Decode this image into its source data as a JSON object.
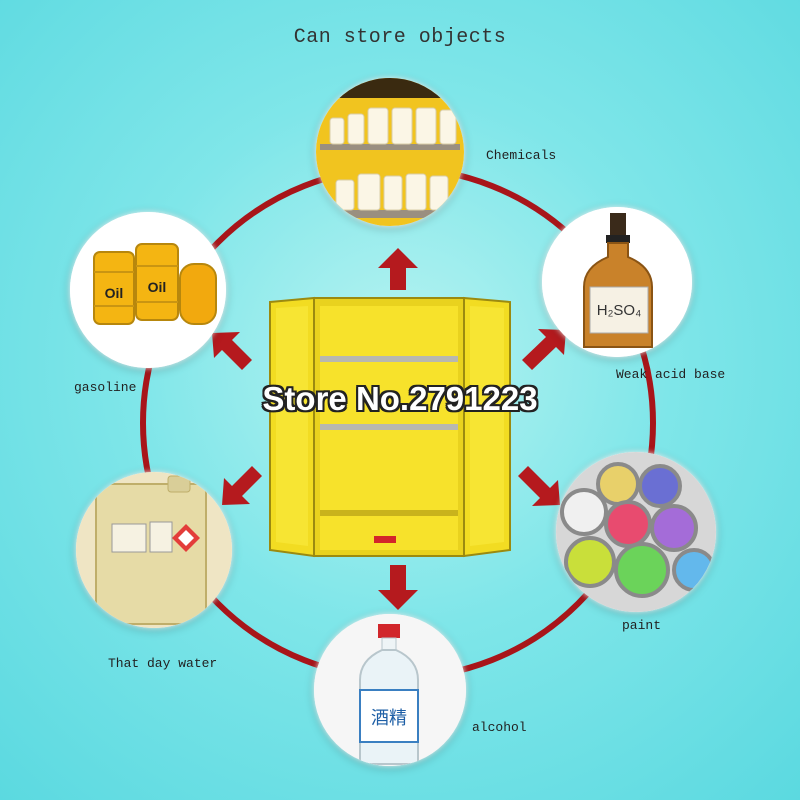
{
  "title": "Can store objects",
  "watermark": "Store No.2791223",
  "colors": {
    "ring": "#a8151a",
    "arrow": "#b51a1e",
    "cabinet": "#f7e22b",
    "background": "#7fe6e9"
  },
  "items": [
    {
      "label": "Chemicals",
      "image": "shelf-of-chemical-containers"
    },
    {
      "label": "Weak acid base",
      "image": "h2so4-bottle",
      "bottle_text": "H₂SO₄"
    },
    {
      "label": "paint",
      "image": "open-paint-cans"
    },
    {
      "label": "alcohol",
      "image": "alcohol-bottle",
      "bottle_text": "酒精"
    },
    {
      "label": "That day water",
      "image": "plastic-jerrycan"
    },
    {
      "label": "gasoline",
      "image": "oil-drums",
      "drum_text": "Oil"
    }
  ]
}
